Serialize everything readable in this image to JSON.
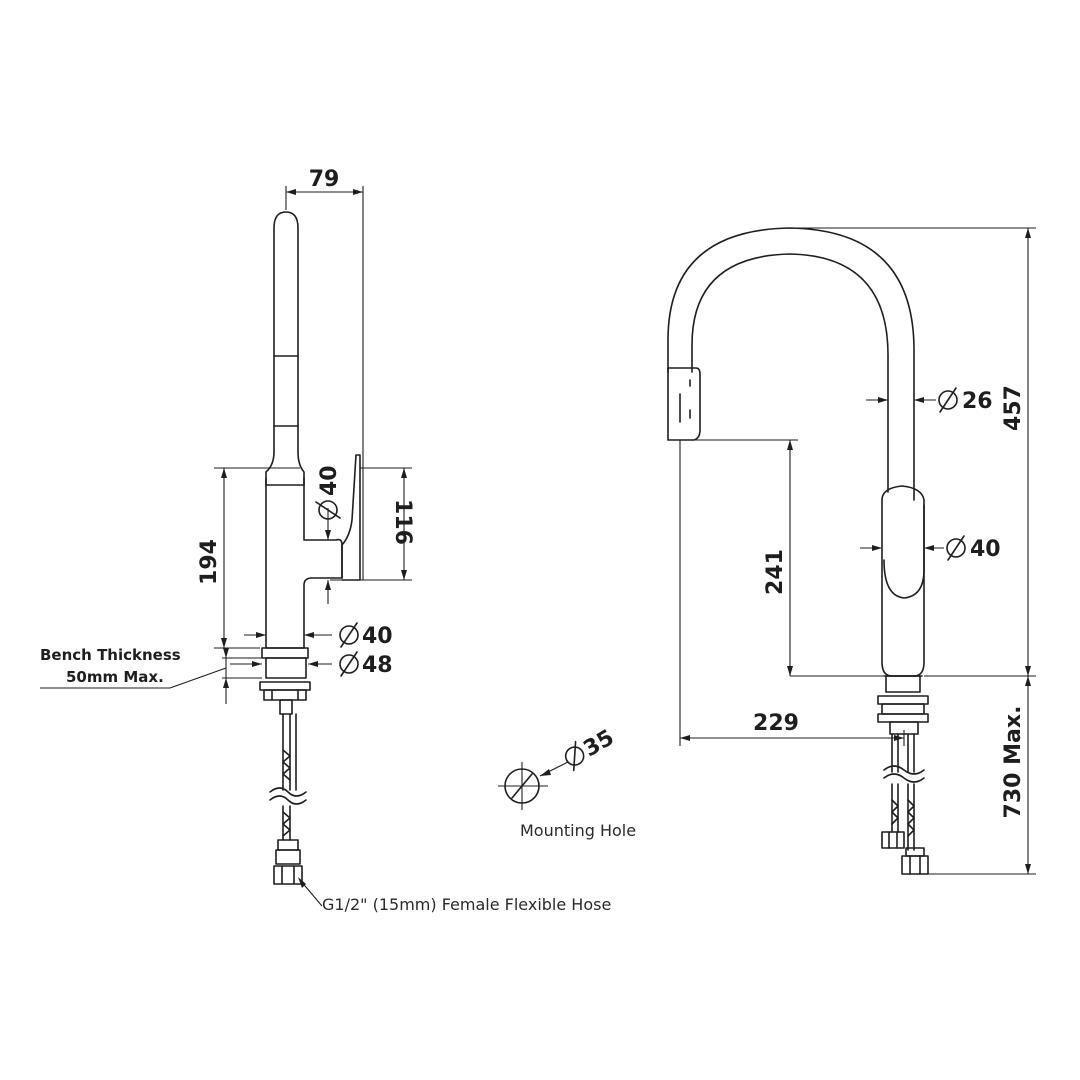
{
  "side_view": {
    "width_dim": "79",
    "body_height_dim": "194",
    "lever_height_dim": "116",
    "lever_dia_dim": "40",
    "body_dia_dim": "40",
    "base_dia_dim": "48",
    "bench_label_line1": "Bench Thickness",
    "bench_label_line2": "50mm Max.",
    "hose_label": "G1/2\" (15mm) Female Flexible Hose"
  },
  "mounting_hole": {
    "dia_dim": "35",
    "label": "Mounting Hole"
  },
  "front_view": {
    "spout_dia_dim": "26",
    "body_dia_dim": "40",
    "total_height_dim": "457",
    "spout_height_dim": "241",
    "reach_dim": "229",
    "hose_length_dim": "730 Max."
  }
}
